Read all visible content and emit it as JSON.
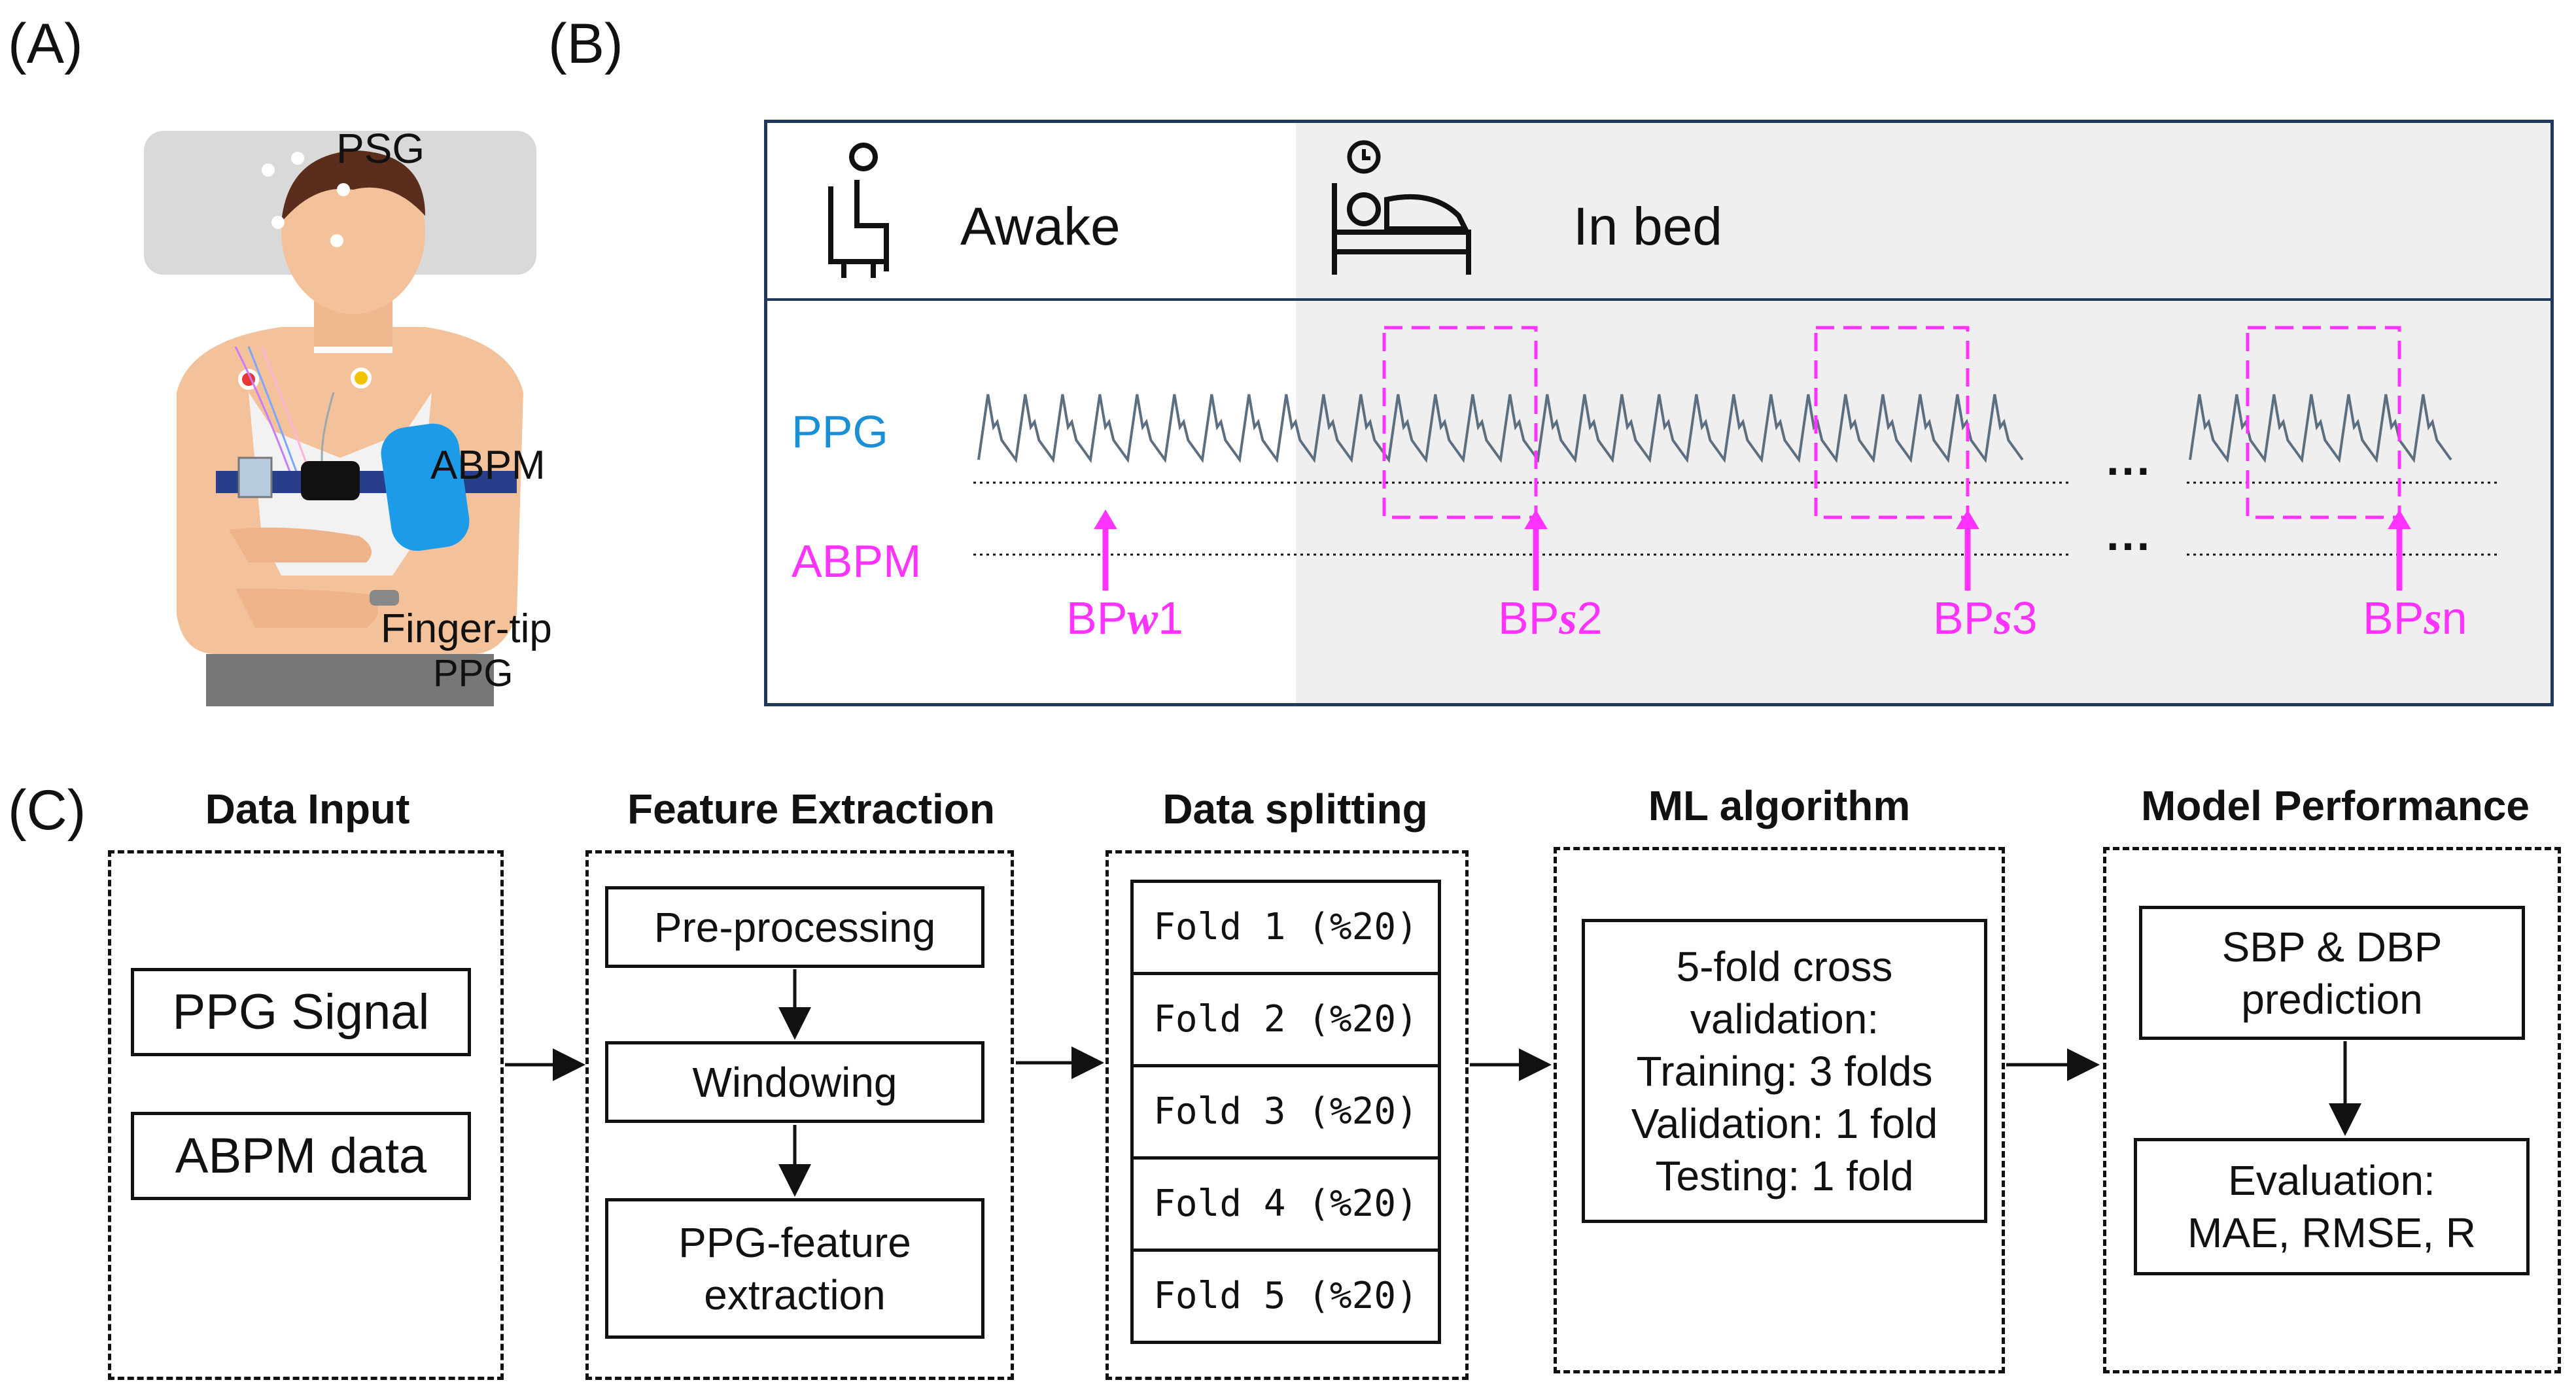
{
  "panel_labels": {
    "a": "(A)",
    "b": "(B)",
    "c": "(C)"
  },
  "panelA": {
    "psg": "PSG",
    "abpm": "ABPM",
    "fingertip_line1": "Finger-tip",
    "fingertip_line2": "PPG"
  },
  "panelB": {
    "awake": "Awake",
    "in_bed": "In bed",
    "ppg_label": "PPG",
    "abpm_label": "ABPM",
    "bp_prefix": "BP",
    "bp_markers": [
      {
        "italic": "w",
        "num": "1"
      },
      {
        "italic": "s",
        "num": "2"
      },
      {
        "italic": "s",
        "num": "3"
      },
      {
        "italic": "s",
        "num": "n"
      }
    ],
    "ellipsis": "···",
    "colors": {
      "ppg": "#1a8fd6",
      "abpm": "#ff33ff",
      "signal": "#5b6f80",
      "frame": "#1f3a5a"
    }
  },
  "panelC": {
    "stages": [
      {
        "title": "Data Input",
        "boxes": [
          "PPG Signal",
          "ABPM data"
        ]
      },
      {
        "title": "Feature Extraction",
        "boxes": [
          "Pre-processing",
          "Windowing",
          "PPG-feature extraction"
        ]
      },
      {
        "title": "Data splitting",
        "boxes": [
          "Fold 1 (%20)",
          "Fold 2 (%20)",
          "Fold 3 (%20)",
          "Fold 4 (%20)",
          "Fold 5 (%20)"
        ]
      },
      {
        "title": "ML algorithm",
        "boxes": [
          "5-fold cross validation:",
          "Training: 3 folds",
          "Validation: 1 fold",
          "Testing: 1 fold"
        ]
      },
      {
        "title": "Model Performance",
        "boxes": [
          "SBP & DBP prediction",
          "Evaluation: MAE, RMSE, R"
        ]
      }
    ]
  }
}
